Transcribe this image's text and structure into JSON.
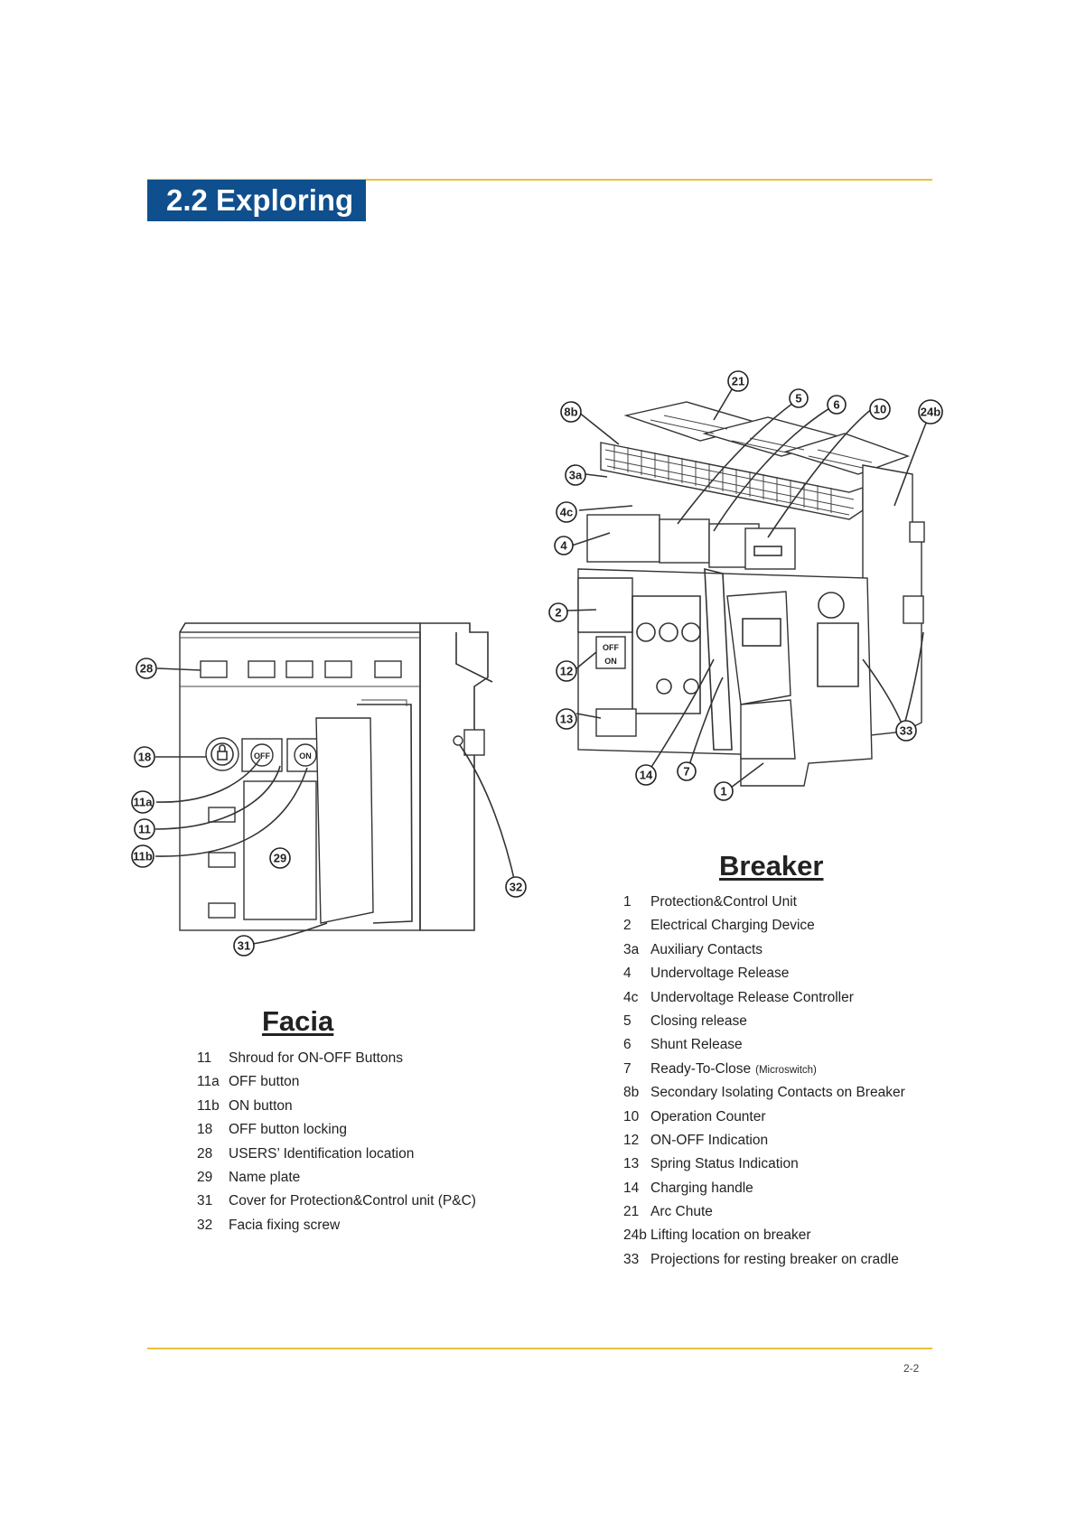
{
  "section": {
    "title": "2.2 Exploring"
  },
  "page_number": "2-2",
  "facia": {
    "heading": "Facia",
    "items": [
      {
        "num": "11",
        "label": "Shroud for ON-OFF Buttons"
      },
      {
        "num": "11a",
        "label": "OFF button"
      },
      {
        "num": "11b",
        "label": "ON button"
      },
      {
        "num": "18",
        "label": "OFF button locking"
      },
      {
        "num": "28",
        "label": "USERS’ Identification location"
      },
      {
        "num": "29",
        "label": "Name plate"
      },
      {
        "num": "31",
        "label": "Cover for Protection&Control unit (P&C)"
      },
      {
        "num": "32",
        "label": "Facia fixing screw"
      }
    ],
    "callouts": [
      "28",
      "18",
      "11a",
      "11",
      "11b",
      "29",
      "31",
      "32"
    ],
    "drawing_labels": {
      "off": "OFF",
      "on": "ON"
    }
  },
  "breaker": {
    "heading": "Breaker",
    "items": [
      {
        "num": "1",
        "label": "Protection&Control Unit",
        "note": ""
      },
      {
        "num": "2",
        "label": "Electrical Charging Device",
        "note": ""
      },
      {
        "num": "3a",
        "label": "Auxiliary Contacts",
        "note": ""
      },
      {
        "num": "4",
        "label": "Undervoltage Release",
        "note": ""
      },
      {
        "num": "4c",
        "label": "Undervoltage Release Controller",
        "note": ""
      },
      {
        "num": "5",
        "label": "Closing release",
        "note": ""
      },
      {
        "num": "6",
        "label": "Shunt Release",
        "note": ""
      },
      {
        "num": "7",
        "label": "Ready-To-Close",
        "note": "(Microswitch)"
      },
      {
        "num": "8b",
        "label": "Secondary Isolating Contacts on Breaker",
        "note": ""
      },
      {
        "num": "10",
        "label": "Operation Counter",
        "note": ""
      },
      {
        "num": "12",
        "label": "ON-OFF Indication",
        "note": ""
      },
      {
        "num": "13",
        "label": "Spring Status Indication",
        "note": ""
      },
      {
        "num": "14",
        "label": "Charging handle",
        "note": ""
      },
      {
        "num": "21",
        "label": "Arc Chute",
        "note": ""
      },
      {
        "num": "24b",
        "label": "Lifting location on breaker",
        "note": ""
      },
      {
        "num": "33",
        "label": "Projections for resting breaker on cradle",
        "note": ""
      }
    ],
    "callouts": [
      "21",
      "5",
      "6",
      "10",
      "8b",
      "24b",
      "3a",
      "4c",
      "4",
      "2",
      "12",
      "13",
      "33",
      "14",
      "7",
      "1"
    ],
    "drawing_labels": {
      "off": "OFF",
      "on": "ON"
    }
  }
}
